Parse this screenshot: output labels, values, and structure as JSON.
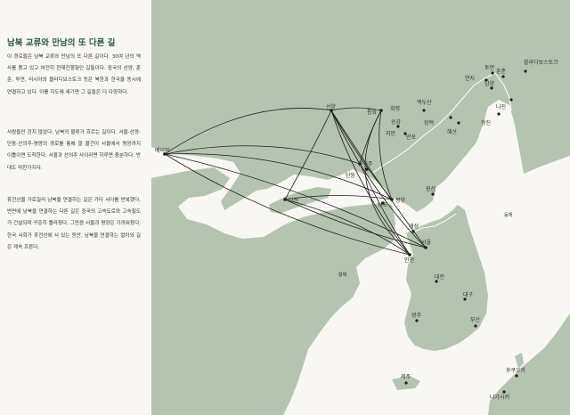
{
  "title": "남북 교류와 만남의 또 다른 길",
  "paragraphs": [
    "이 경로들은 남북 교류와 만남의 또 다른 길이다. 30여 년의 역사를 품고 있고 여전히 현재진행형인 길들이다. 중국의 선양, 훈춘, 투먼, 러시아의 블라디보스토크 등은 북한과 한국을 동시에 연결하고 있다. 이를 지도에 새기면 그 길들은 더 다양하다.",
    "사람들만 걷지 않았다. 남북의 물류가 흐르는 길이다. 서울-선양-단둥-신의주-평양의 경로를 통해 말 물건이 서울에서 평양까지 이틀이면 도착한다. 서울과 선의주 사이라면 하루면 충분하다. 반대도 마찬가지다.",
    "휴전선을 가로질러 남북을 연결하는 길은 가다 서다를 반복했다. 반면에 남북을 연결하는 다른 길은 중국의 고속도로와 고속철도가 건설되며 꾸준히 빨라졌다. 그만큼 서울과 평양은 가까워졌다. 한국 사회가 휴전선에 서 있는 동안, 남북을 연결하는 열차와 길은 계속 흐른다."
  ],
  "places": [
    "블라디보스토크",
    "연지",
    "투먼",
    "훈춘",
    "남양",
    "나진",
    "청진",
    "혜산",
    "백두산",
    "장백",
    "회령",
    "송강",
    "통화",
    "선양",
    "지안",
    "만포",
    "단둥",
    "신의주",
    "평양",
    "남포",
    "베이징",
    "다롄",
    "원산",
    "개성",
    "서울",
    "인천",
    "대전",
    "대구",
    "부산",
    "광주",
    "제주",
    "후쿠오카",
    "나가사키"
  ],
  "seas": [
    "동해",
    "황해"
  ],
  "colors": {
    "sea": "#f8f7f3",
    "land": "#b4c4b0",
    "route": "#1e1e1e",
    "border": "#ffffff",
    "title": "#2f5a4a"
  }
}
